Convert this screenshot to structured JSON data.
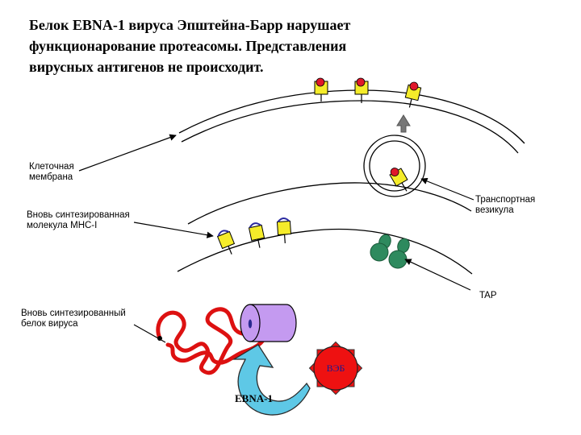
{
  "slide": {
    "title": "Белок EBNA-1 вируса Эпштейна-Барр нарушает функционарование протеасомы. Представления вирусных антигенов не происходит."
  },
  "labels": {
    "cell_membrane": "Клеточная\nмембрана",
    "mhc_molecule": "Вновь синтезированная\n молекула МНС-I",
    "transport_vesicle": "Транспортная\nвезикула",
    "tap": "TAP",
    "viral_protein": "Вновь синтезированный\nбелок вируса",
    "ebna1": "EBNA-1",
    "ebv": "ВЭБ"
  },
  "colors": {
    "mhc_body": "#f5ec2a",
    "peptide": "#e0182a",
    "tap": "#2e8a5e",
    "proteasome": "#c49af0",
    "ebv_virus": "#ee1111",
    "ebna_arrow": "#5ec8e6",
    "viral_protein": "#dd1111",
    "export_arrow": "#777777"
  }
}
